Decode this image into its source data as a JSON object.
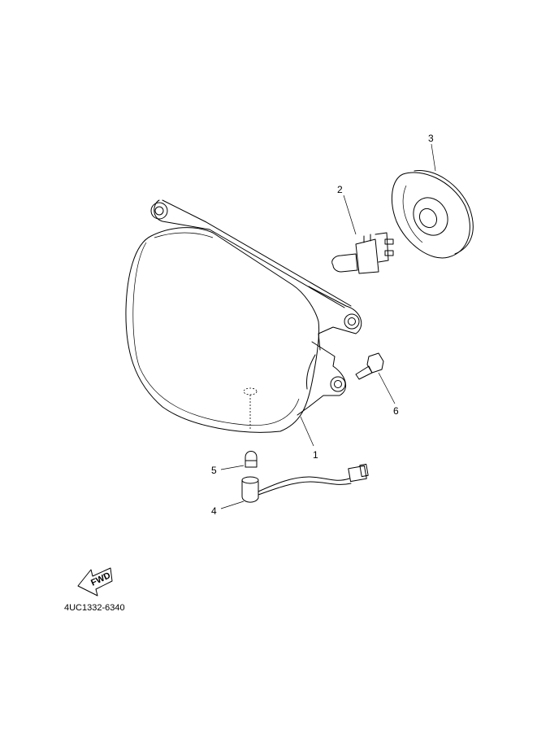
{
  "callouts": {
    "part1": "1",
    "part2": "2",
    "part3": "3",
    "part4": "4",
    "part5": "5",
    "part6": "6"
  },
  "fwd_label": "FWD",
  "diagram_code": "4UC1332-6340"
}
